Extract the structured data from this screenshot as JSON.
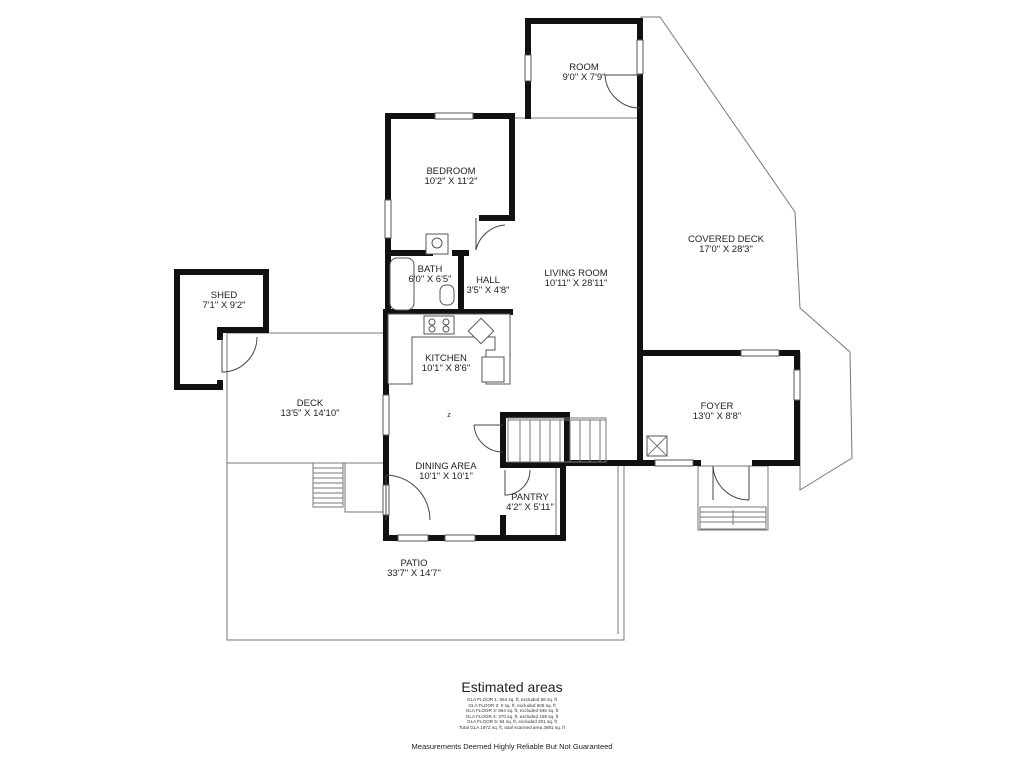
{
  "rooms": {
    "room": {
      "name": "ROOM",
      "dims": "9'0\" X 7'9\""
    },
    "bedroom": {
      "name": "BEDROOM",
      "dims": "10'2\" X 11'2\""
    },
    "covered_deck": {
      "name": "COVERED DECK",
      "dims": "17'0\" X 28'3\""
    },
    "bath": {
      "name": "BATH",
      "dims": "6'0\" X 6'5\""
    },
    "hall": {
      "name": "HALL",
      "dims": "3'5\" X 4'8\""
    },
    "living_room": {
      "name": "LIVING ROOM",
      "dims": "10'11\" X 28'11\""
    },
    "shed": {
      "name": "SHED",
      "dims": "7'1\" X 9'2\""
    },
    "kitchen": {
      "name": "KITCHEN",
      "dims": "10'1\" X 8'6\""
    },
    "deck": {
      "name": "DECK",
      "dims": "13'5\" X 14'10\""
    },
    "foyer": {
      "name": "FOYER",
      "dims": "13'0\" X 8'8\""
    },
    "dining_area": {
      "name": "DINING AREA",
      "dims": "10'1\" X 10'1\""
    },
    "pantry": {
      "name": "PANTRY",
      "dims": "4'2\" X 5'11\""
    },
    "patio": {
      "name": "PATIO",
      "dims": "33'7\" X 14'7\""
    }
  },
  "floor_marker": "z",
  "footer": {
    "title": "Estimated areas",
    "lines": [
      "GLA FLOOR 1: 554 sq. ft, excluded 58 sq. ft",
      "GLA FLOOR 2: 0 sq. ft, excluded 608 sq. ft",
      "GLA FLOOR 3: 964 sq. ft, excluded 945 sq. ft",
      "GLA FLOOR 4: 370 sq. ft, excluded 169 sq. ft",
      "GLA FLOOR 5: 84 sq. ft, excluded 201 sq. ft",
      "Total GLA 1972 sq. ft, total scanned area 3891 sq. ft"
    ],
    "note": "Measurements Deemed Highly Reliable But Not Guaranteed"
  }
}
